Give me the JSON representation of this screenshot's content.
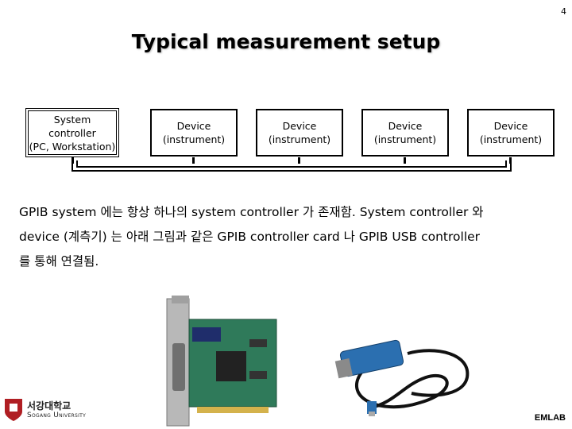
{
  "page_number": "4",
  "title": "Typical measurement setup",
  "diagram": {
    "boxes": [
      {
        "line1": "System controller",
        "line2": "(PC, Workstation)"
      },
      {
        "line1": "Device",
        "line2": "(instrument)"
      },
      {
        "line1": "Device",
        "line2": "(instrument)"
      },
      {
        "line1": "Device",
        "line2": "(instrument)"
      },
      {
        "line1": "Device",
        "line2": "(instrument)"
      }
    ]
  },
  "body": {
    "line1": "GPIB system 에는 항상 하나의 system controller 가 존재함. System controller 와",
    "line2": "device (계측기) 는 아래 그림과 같은 GPIB controller card 나 GPIB USB controller",
    "line3": "를 통해 연결됨."
  },
  "logo": {
    "korean": "서강대학교",
    "english": "Sogang University"
  },
  "footer": {
    "lab": "EMLAB"
  },
  "colors": {
    "card_pcb": "#2f7a5a",
    "adapter_blue": "#2b6fb0"
  }
}
